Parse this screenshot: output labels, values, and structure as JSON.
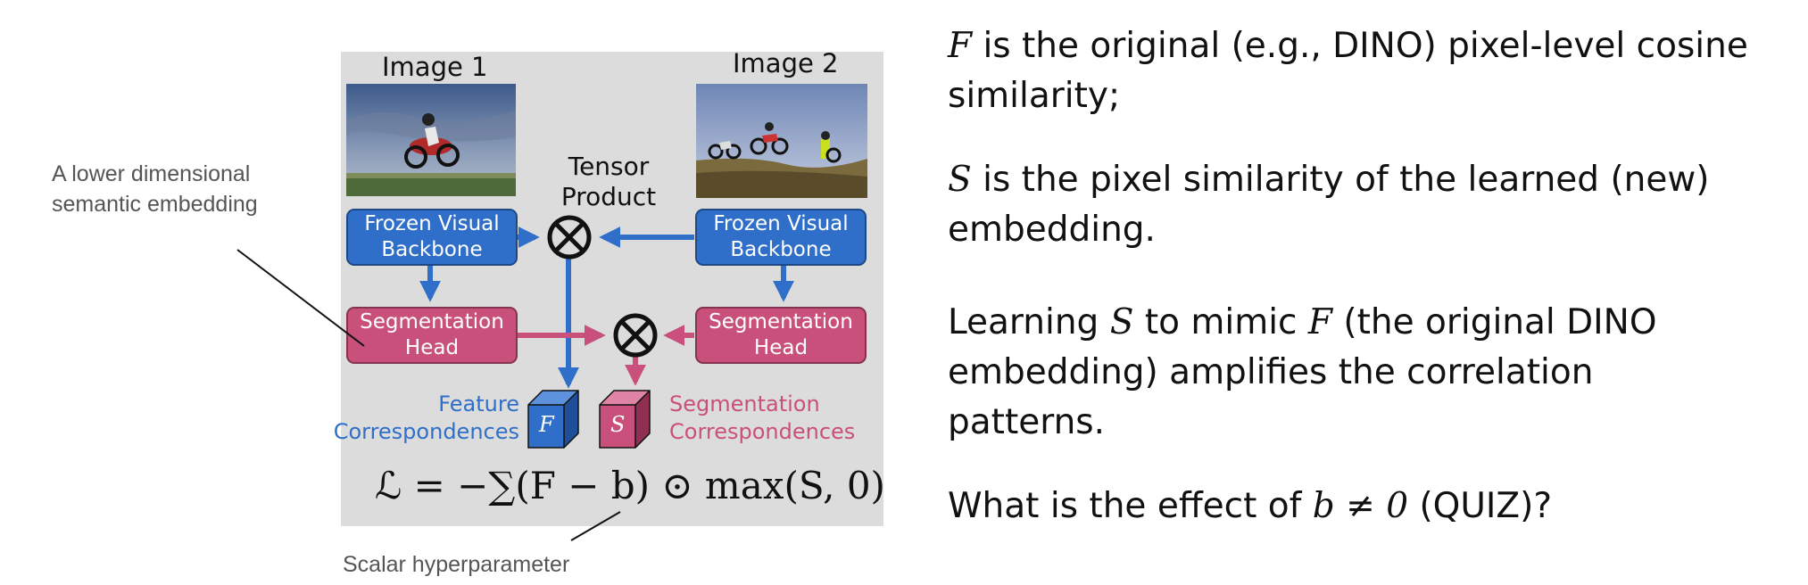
{
  "annotations": {
    "embedding_line1": "A lower dimensional",
    "embedding_line2": "semantic embedding",
    "scalar": "Scalar hyperparameter"
  },
  "diagram": {
    "image1_title": "Image 1",
    "image2_title": "Image 2",
    "tensor_line1": "Tensor",
    "tensor_line2": "Product",
    "backbone_line1": "Frozen Visual",
    "backbone_line2": "Backbone",
    "seghead_line1": "Segmentation",
    "seghead_line2": "Head",
    "feature_line1": "Feature",
    "feature_line2": "Correspondences",
    "segcorr_line1": "Segmentation",
    "segcorr_line2": "Correspondences",
    "cube_f": "F",
    "cube_s": "S",
    "formula": "ℒ = −∑(F − b) ⊙ max(S, 0)",
    "colors": {
      "blue": "#2f6fc9",
      "pink": "#c9507a",
      "panel": "#dcdcdc"
    }
  },
  "right_text": {
    "p1_var": "F",
    "p1_text": " is the original (e.g., DINO) pixel-level cosine similarity;",
    "p2_var": "S",
    "p2_text": " is the pixel similarity of the learned (new) embedding.",
    "p3_a": "Learning ",
    "p3_var1": "S",
    "p3_b": " to mimic ",
    "p3_var2": "F",
    "p3_c": " (the original DINO embedding) amplifies the correlation patterns.",
    "p4_a": "What is the effect of ",
    "p4_math": "b ≠ 0",
    "p4_b": " (QUIZ)?"
  }
}
